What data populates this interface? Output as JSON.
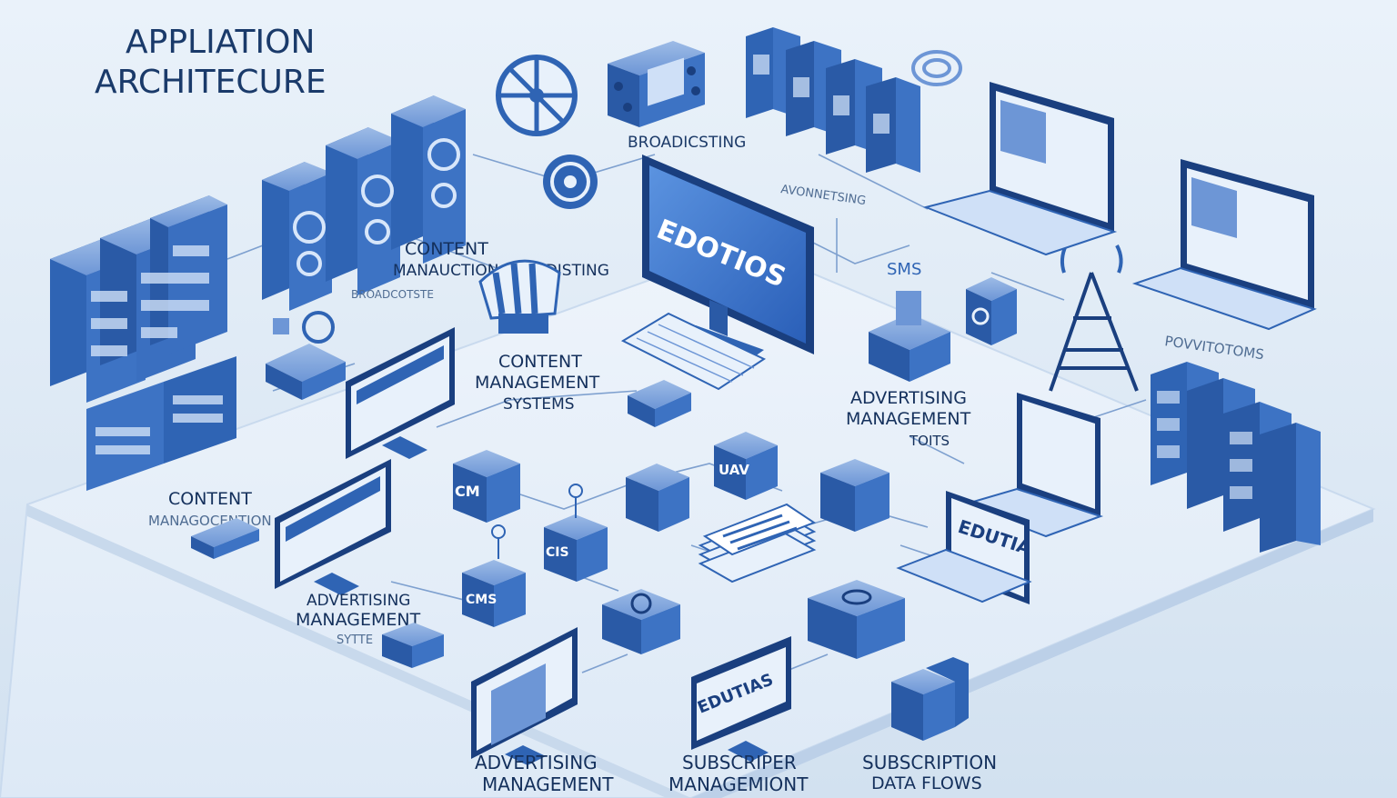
{
  "title": {
    "line1": "APPLIATION",
    "line2": "ARCHITECURE"
  },
  "labels": {
    "broadcasting_top": "BROADICSTING",
    "advertising_top": "AVONNETSING",
    "content_manaduction_1": "CONTENT",
    "content_manaduction_2": "MANAUCTION BREADISTING",
    "content_manaduction_3": "BROADCOTSTE",
    "cms_1": "CONTENT",
    "cms_2": "MANAGEMENT",
    "cms_3": "SYSTEMS",
    "sms": "SMS",
    "ad_mgmt_tools_1": "ADVERTISING",
    "ad_mgmt_tools_2": "MANAGEMENT",
    "ad_mgmt_tools_3": "TOITS",
    "powitotoms": "POVVITOTOMS",
    "content_mgmt_left_1": "CONTENT",
    "content_mgmt_left_2": "MANAGOCENTION",
    "ad_mgmt_sys_1": "ADVERTISING",
    "ad_mgmt_sys_2": "MANAGEMENT",
    "ad_mgmt_sys_3": "SYTTE",
    "ad_mgmt_bottom_1": "ADVERTISING",
    "ad_mgmt_bottom_2": "MANAGEMENT",
    "subscriber_mgmt_1": "SUBSCRIPER",
    "subscriber_mgmt_2": "MANAGEMIONT",
    "subscription_flows_1": "SUBSCRIPTION",
    "subscription_flows_2": "DATA FLOWS"
  },
  "screens": {
    "main_monitor": "EDOTIOS",
    "right_laptop": "EDUTIA",
    "bottom_monitor": "EDUTIAS"
  },
  "cubes": {
    "cm": "CM",
    "cms": "CMS",
    "cis": "CIS",
    "uav": "UAV"
  },
  "colors": {
    "primary": "#2f64b4",
    "dark": "#1a3f7f",
    "light": "#8fb0e0",
    "floor": "#e4eef8",
    "line": "#7ea0cf"
  }
}
